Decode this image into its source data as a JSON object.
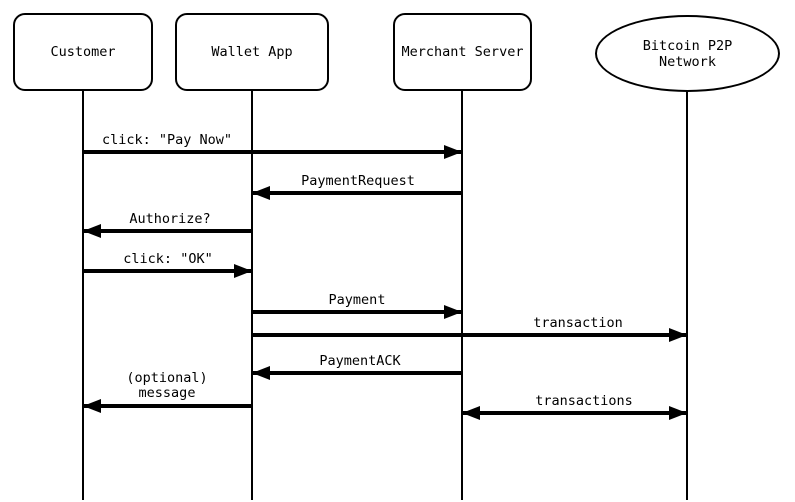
{
  "diagram_type": "sequence-diagram",
  "colors": {
    "line": "#000000",
    "text": "#000000",
    "background": "#ffffff"
  },
  "actors": [
    {
      "label": "Customer",
      "shape": "rounded-rect"
    },
    {
      "label": "Wallet App",
      "shape": "rounded-rect"
    },
    {
      "label": "Merchant Server",
      "shape": "rounded-rect"
    },
    {
      "label": "Bitcoin P2P\nNetwork",
      "shape": "ellipse"
    }
  ],
  "messages": [
    {
      "label": "click: \"Pay Now\"",
      "from": "Customer",
      "to": "Merchant Server",
      "arrow": "right"
    },
    {
      "label": "PaymentRequest",
      "from": "Merchant Server",
      "to": "Wallet App",
      "arrow": "left"
    },
    {
      "label": "Authorize?",
      "from": "Wallet App",
      "to": "Customer",
      "arrow": "left"
    },
    {
      "label": "click: \"OK\"",
      "from": "Customer",
      "to": "Wallet App",
      "arrow": "right"
    },
    {
      "label": "Payment",
      "from": "Wallet App",
      "to": "Merchant Server",
      "arrow": "right"
    },
    {
      "label": "transaction",
      "from": "Wallet App",
      "to": "Bitcoin P2P Network",
      "arrow": "right"
    },
    {
      "label": "PaymentACK",
      "from": "Merchant Server",
      "to": "Wallet App",
      "arrow": "left"
    },
    {
      "label": "(optional)\nmessage",
      "from": "Wallet App",
      "to": "Customer",
      "arrow": "left"
    },
    {
      "label": "transactions",
      "from": "Merchant Server",
      "to": "Bitcoin P2P Network",
      "arrow": "both"
    }
  ]
}
